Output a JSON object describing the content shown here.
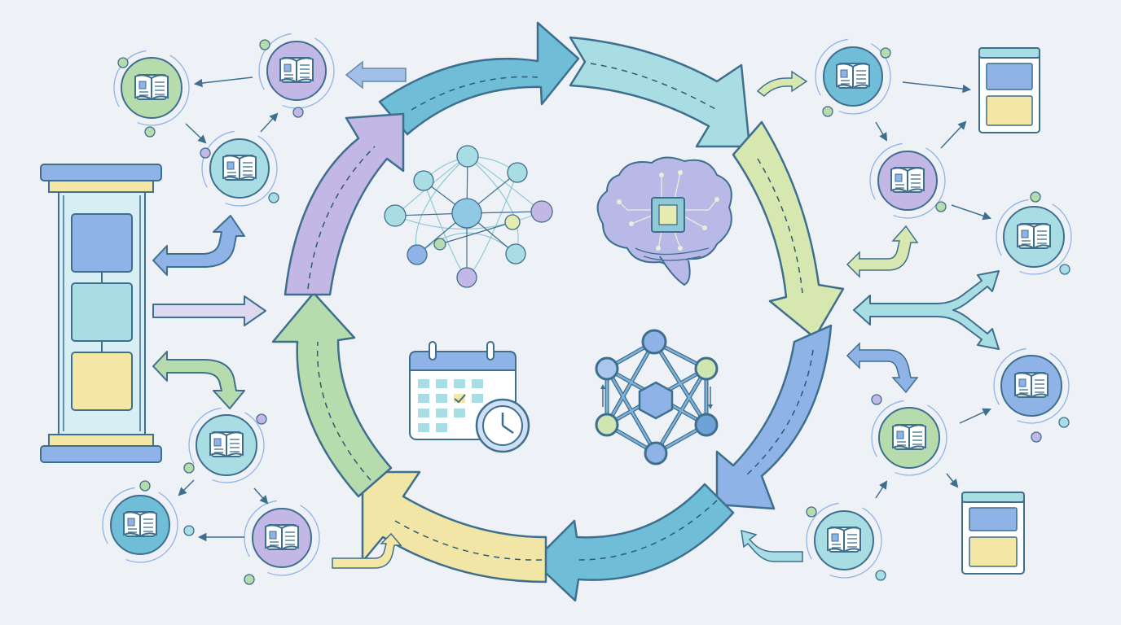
{
  "diagram": {
    "cycle_segments": [
      {
        "id": "seg-top-1",
        "color": "#6fbdd6"
      },
      {
        "id": "seg-top-2",
        "color": "#a9dde4"
      },
      {
        "id": "seg-right-1",
        "color": "#d6e8b0"
      },
      {
        "id": "seg-right-2",
        "color": "#8fb3e6"
      },
      {
        "id": "seg-bottom-1",
        "color": "#6fbdd6"
      },
      {
        "id": "seg-bottom-2",
        "color": "#f1e6a6"
      },
      {
        "id": "seg-left-1",
        "color": "#b6dcae"
      },
      {
        "id": "seg-left-2",
        "color": "#c3b7e6"
      }
    ],
    "center_icons": [
      "network-graph-icon",
      "brain-chip-icon",
      "calendar-clock-icon",
      "hexagon-network-icon"
    ],
    "side_icons": [
      "open-book-icon",
      "pillar-stack-icon",
      "card-panel-icon"
    ],
    "colors": {
      "background": "#eef2f7",
      "outline": "#3f6f8f",
      "blue": "#8fb3e6",
      "teal": "#a9dde4",
      "green": "#b6dcae",
      "yellow": "#f4e6a4",
      "purple": "#c3b7e6"
    }
  }
}
